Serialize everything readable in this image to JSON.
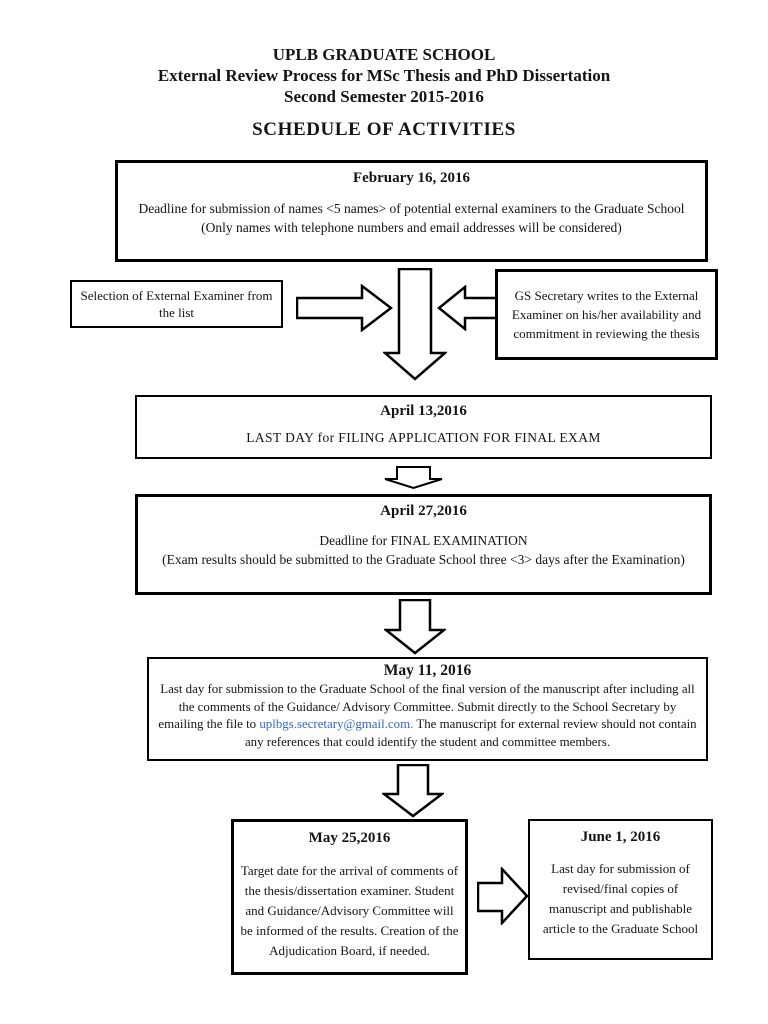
{
  "header": {
    "line1": "UPLB GRADUATE SCHOOL",
    "line2": "External Review Process for MSc Thesis and PhD Dissertation",
    "line3": "Second Semester 2015-2016",
    "section_title": "SCHEDULE OF ACTIVITIES"
  },
  "flow": {
    "feb16": {
      "title": "February 16, 2016",
      "body": "Deadline for submission of names <5 names> of potential external examiners to the Graduate School (Only names with telephone numbers and email addresses will be considered)"
    },
    "selection": {
      "body": "Selection of External Examiner from the list"
    },
    "gs_secretary": {
      "body": "GS Secretary writes to the External Examiner on his/her availability and commitment in reviewing the thesis"
    },
    "april13": {
      "title": "April 13,2016",
      "body": "LAST DAY for FILING APPLICATION FOR FINAL EXAM"
    },
    "april27": {
      "title": "April 27,2016",
      "line1": "Deadline for FINAL EXAMINATION",
      "line2": "(Exam results should be submitted to the Graduate School three <3> days after the Examination)"
    },
    "may11": {
      "title": "May 11, 2016",
      "pre": "Last day for submission to the Graduate School of the final version of the manuscript after including all the comments of the Guidance/ Advisory Committee. Submit directly to the School Secretary by emailing the file to ",
      "link": "uplbgs.secretary@gmail.com.",
      "post": " The manuscript for external review should not contain any references that could identify the student and committee members."
    },
    "may25": {
      "title": "May 25,2016",
      "body": "Target date for the arrival of comments of the thesis/dissertation examiner. Student and Guidance/Advisory Committee will be informed of the results. Creation of the Adjudication Board, if needed."
    },
    "june1": {
      "title": "June 1, 2016",
      "body": "Last day for submission of revised/final copies of manuscript and publishable article to the Graduate School"
    }
  },
  "icons": {
    "arrows": [
      "right-block-arrow",
      "left-block-arrow",
      "down-block-arrow-large",
      "down-block-arrow-small",
      "down-block-arrow-medium",
      "right-block-arrow-small"
    ]
  },
  "colors": {
    "text": "#141414",
    "border": "#000000",
    "link_blue": "#3566c0",
    "page_background": "#ffffff"
  }
}
